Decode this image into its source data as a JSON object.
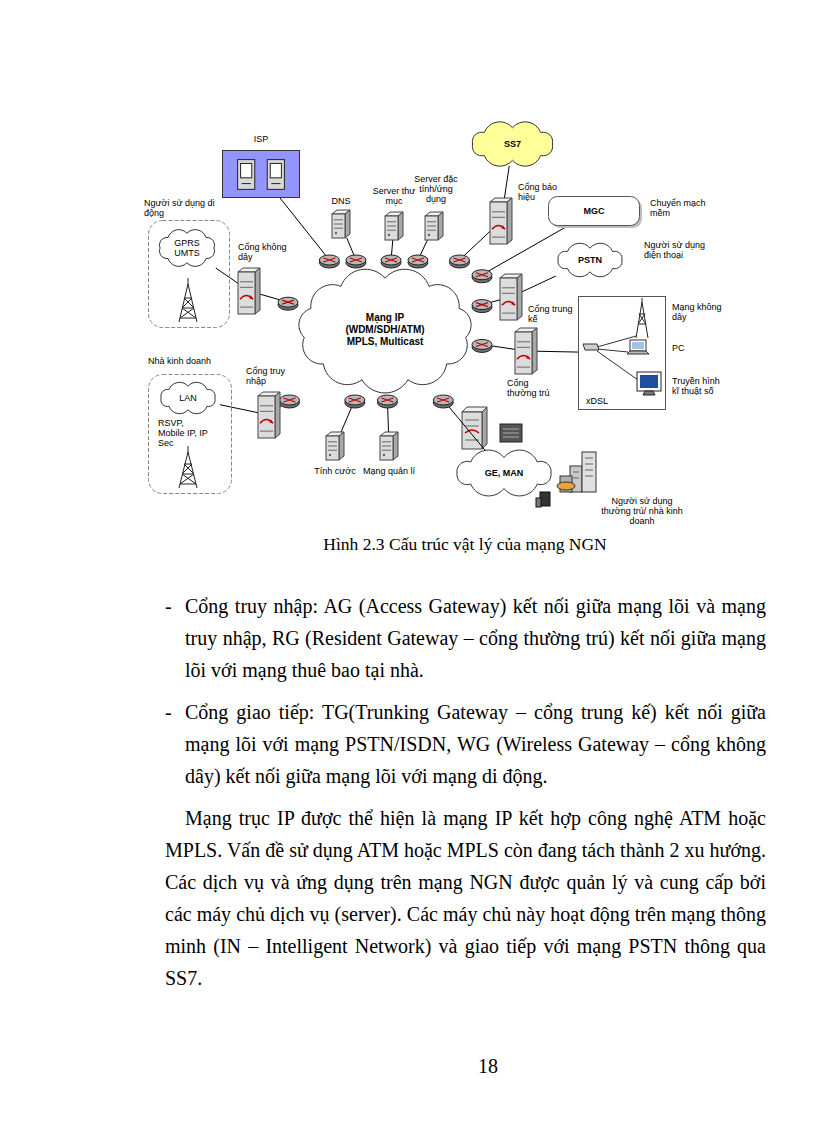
{
  "diagram": {
    "caption": "Hình 2.3 Cấu trúc vật lý của mạng NGN",
    "nodes": [
      {
        "text": [
          "ISP"
        ]
      },
      {
        "text": [
          "DNS"
        ]
      },
      {
        "text": [
          "Server thư mục"
        ]
      },
      {
        "text": [
          "Server đặc tính/ứng dụng"
        ]
      },
      {
        "text": [
          "SS7"
        ]
      },
      {
        "text": [
          "Cổng báo hiệu"
        ]
      },
      {
        "text": [
          "MGC",
          "Chuyển mạch mềm"
        ]
      },
      {
        "text": [
          "Người sử dụng di động"
        ]
      },
      {
        "text": [
          "GPRS UMTS"
        ],
        "in": 7
      },
      {
        "text": [
          "Cổng không dây"
        ]
      },
      {
        "text": [
          "PSTN",
          "Người sử dụng điện thoại"
        ]
      },
      {
        "text": [
          "Mạng IP (WDM/SDH/ATM) MPLS, Multicast"
        ]
      },
      {
        "text": [
          "Cổng trung kế"
        ]
      },
      {
        "text": [
          "xDSL"
        ]
      },
      {
        "text": [
          "Nhà kinh doanh",
          "RSVP, Mobile IP, IP Sec"
        ]
      },
      {
        "text": [
          "LAN"
        ],
        "in": 14
      },
      {
        "text": [
          "Cổng truy nhập"
        ]
      },
      {
        "text": [
          "Cổng thường trú"
        ]
      },
      {
        "text": [
          "Tính cước"
        ]
      },
      {
        "text": [
          "Mạng quản lí"
        ]
      },
      {
        "text": [
          "GE, MAN"
        ]
      }
    ],
    "edges": [
      {
        "from": 0,
        "to": 11,
        "arrow": "none"
      },
      {
        "from": 1,
        "to": 11,
        "arrow": "none"
      },
      {
        "from": 2,
        "to": 11,
        "arrow": "none"
      },
      {
        "from": 3,
        "to": 11,
        "arrow": "none"
      },
      {
        "from": 4,
        "to": 5,
        "arrow": "none"
      },
      {
        "from": 5,
        "to": 11,
        "arrow": "none"
      },
      {
        "from": 6,
        "to": 11,
        "arrow": "none"
      },
      {
        "from": 8,
        "to": 9,
        "arrow": "none"
      },
      {
        "from": 9,
        "to": 11,
        "arrow": "none"
      },
      {
        "from": 10,
        "to": 12,
        "arrow": "none"
      },
      {
        "from": 12,
        "to": 11,
        "arrow": "none"
      },
      {
        "from": 13,
        "to": 17,
        "arrow": "none"
      },
      {
        "from": 17,
        "to": 11,
        "arrow": "none"
      },
      {
        "from": 15,
        "to": 16,
        "arrow": "none"
      },
      {
        "from": 16,
        "to": 11,
        "arrow": "none"
      },
      {
        "from": 18,
        "to": 11,
        "arrow": "none"
      },
      {
        "from": 19,
        "to": 11,
        "arrow": "none"
      },
      {
        "from": 20,
        "to": 11,
        "arrow": "none"
      }
    ],
    "labels": [
      "-",
      "Cổng truy nhập: AG (Access Gateway) kết nối giữa mạng lõi và mạng truy nhập, RG (Resident Gateway – cổng thường trú) kết nối giữa mạng lõi với mạng thuê bao tại nhà.",
      "-",
      "Cổng giao tiếp: TG(Trunking Gateway – cổng trung kế) kết nối giữa mạng lõi với mạng PSTN/ISDN, WG (Wireless Gateway – cổng không dây) kết nối giữa mạng lõi với mạng di động.",
      "Mạng trục IP được thể hiện là mạng IP kết hợp công nghệ ATM hoặc MPLS. Vấn đề sử dụng ATM hoặc MPLS còn đang tách thành 2 xu hướng. Các dịch vụ và ứng dụng trên mạng NGN được quản lý và cung cấp bởi các máy chủ dịch vụ (server). Các máy chủ này hoạt động trên mạng thông minh (IN – Intelligent Network) và giao tiếp với mạng PSTN thông qua SS7.",
      "18",
      "Mạng không dây",
      "PC",
      "Truyền hình kĩ thuật số",
      "Người sử dụng thường trú/ nhà kinh doanh"
    ]
  }
}
